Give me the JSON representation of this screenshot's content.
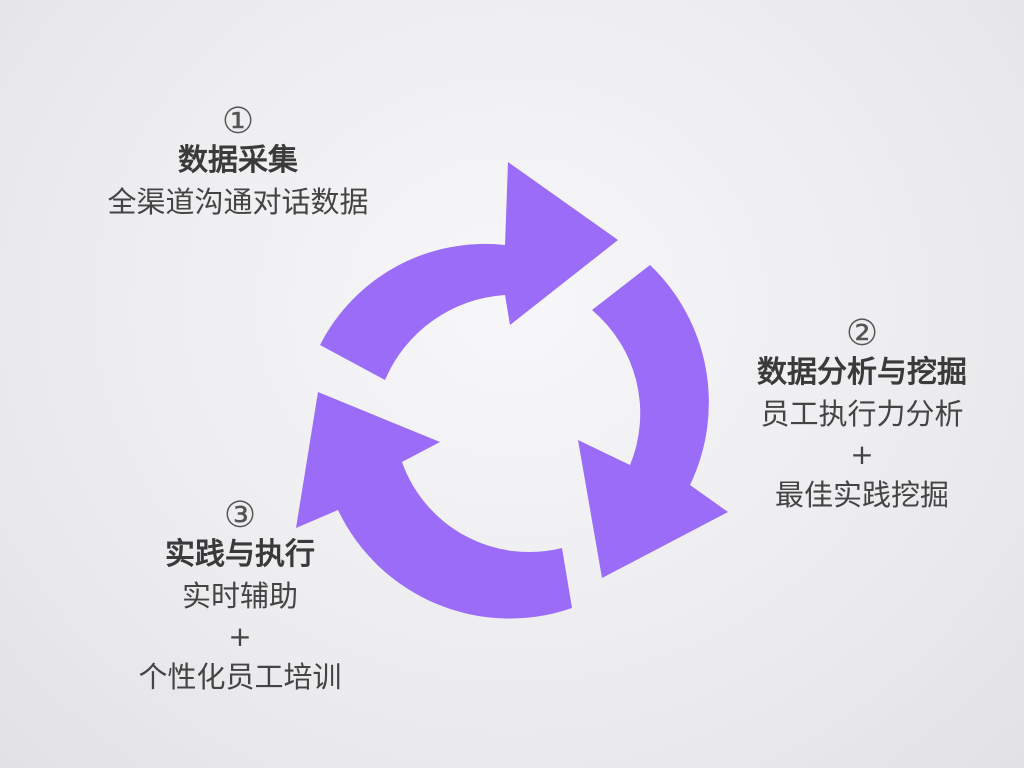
{
  "accent_color": "#9a6cf7",
  "steps": [
    {
      "num": "①",
      "title": "数据采集",
      "lines": [
        "全渠道沟通对话数据"
      ]
    },
    {
      "num": "②",
      "title": "数据分析与挖掘",
      "lines": [
        "员工执行力分析",
        "+",
        "最佳实践挖掘"
      ]
    },
    {
      "num": "③",
      "title": "实践与执行",
      "lines": [
        "实时辅助",
        "+",
        "个性化员工培训"
      ]
    }
  ]
}
